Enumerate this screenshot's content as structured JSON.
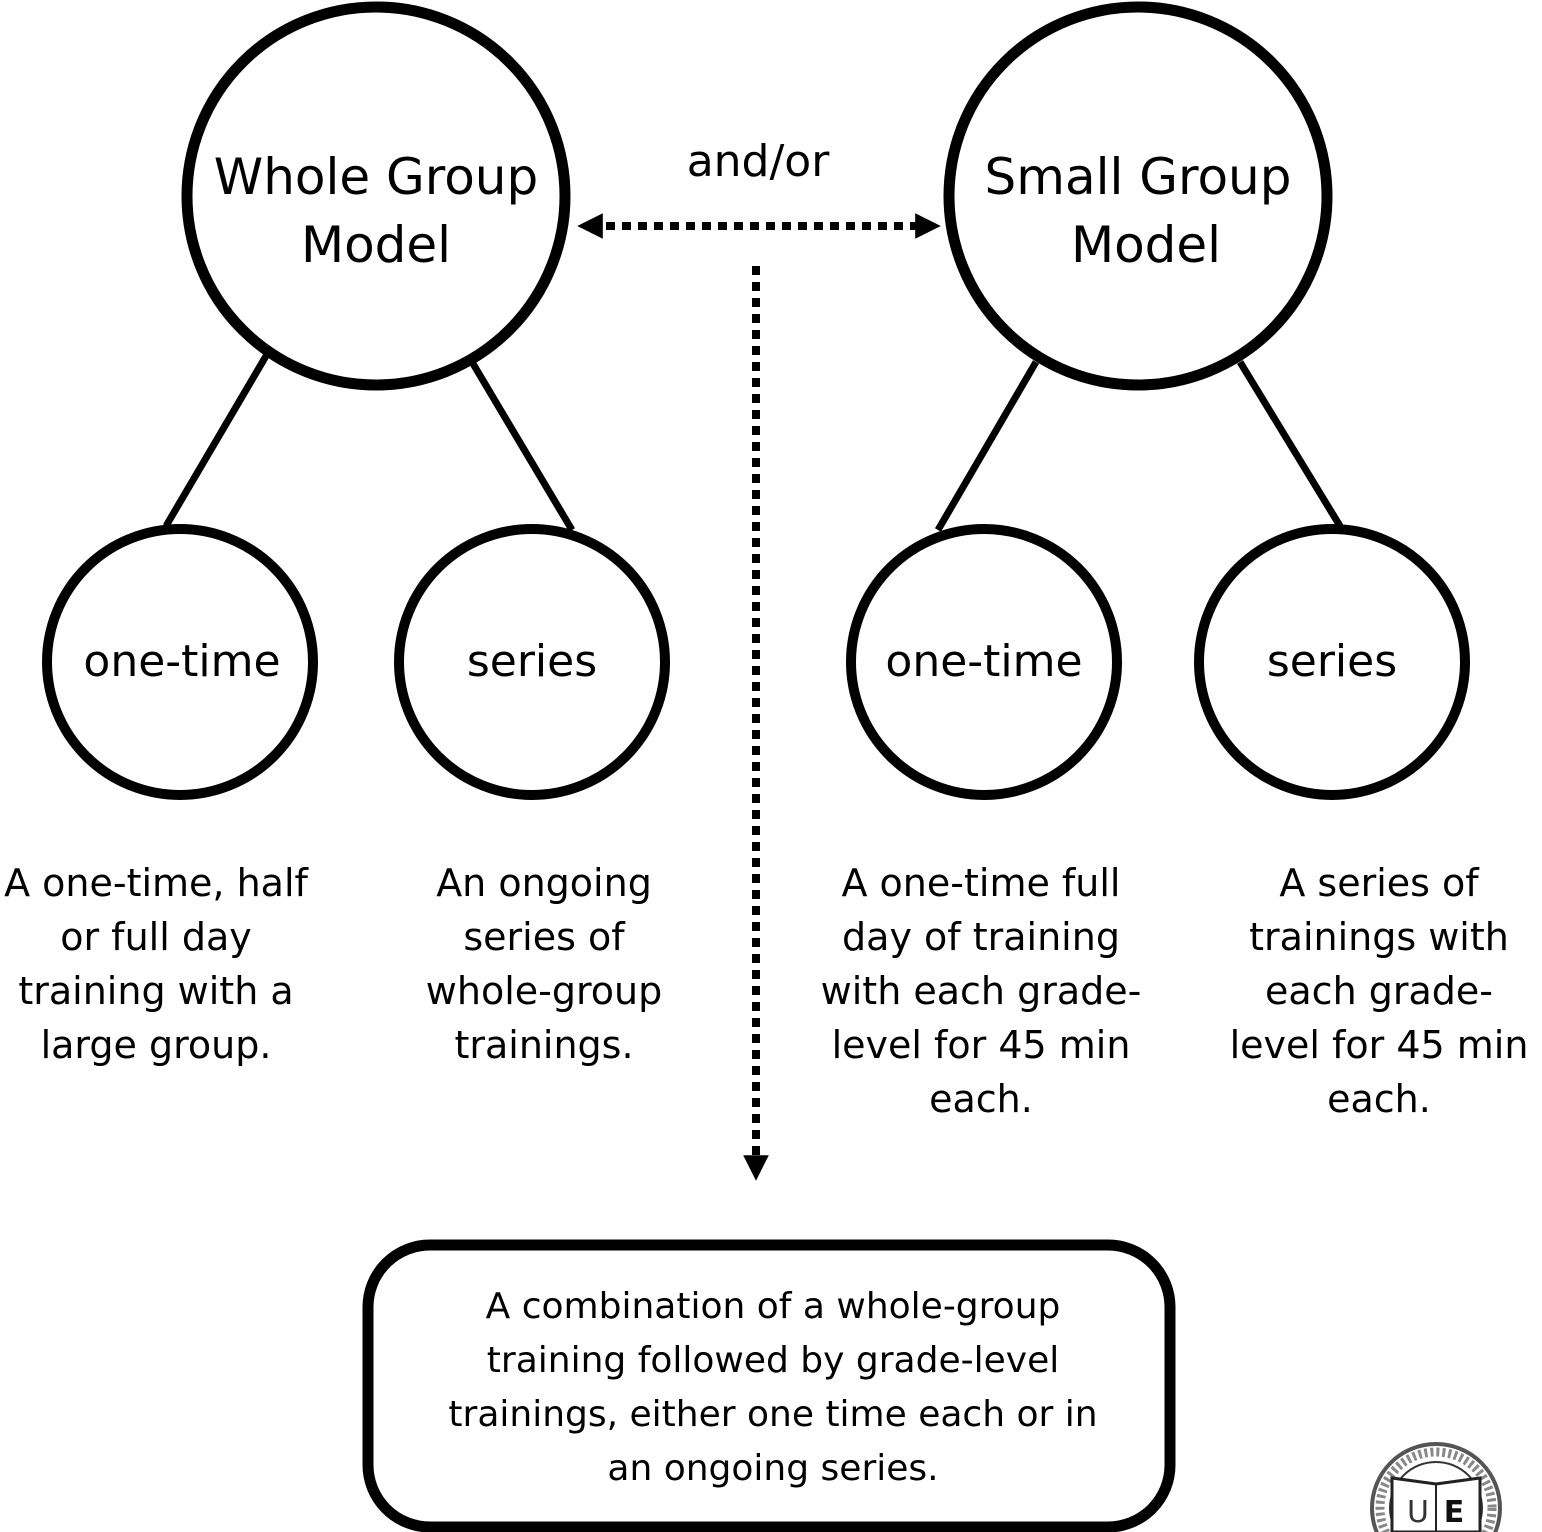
{
  "colors": {
    "stroke": "#000000",
    "background": "#ffffff",
    "logo_ring": "#555555"
  },
  "connector": {
    "label": "and/or"
  },
  "models": [
    {
      "title_lines": [
        "Whole Group",
        "Model"
      ],
      "children": [
        {
          "label": "one-time",
          "description_lines": [
            "A one-time, half",
            "or full day",
            "training with a",
            "large group."
          ]
        },
        {
          "label": "series",
          "description_lines": [
            "An ongoing",
            "series of",
            "whole-group",
            "trainings."
          ]
        }
      ]
    },
    {
      "title_lines": [
        "Small Group",
        "Model"
      ],
      "children": [
        {
          "label": "one-time",
          "description_lines": [
            "A one-time full",
            "day of training",
            "with each grade-",
            "level for 45 min",
            "each."
          ]
        },
        {
          "label": "series",
          "description_lines": [
            "A series of",
            "trainings with",
            "each grade-",
            "level for 45 min",
            "each."
          ]
        }
      ]
    }
  ],
  "combination": {
    "lines": [
      "A combination of a whole-group",
      "training followed by grade-level",
      "trainings, either one time each or in",
      "an ongoing series."
    ]
  },
  "logo": {
    "icon": "book-seal-icon",
    "letters": "UE"
  }
}
